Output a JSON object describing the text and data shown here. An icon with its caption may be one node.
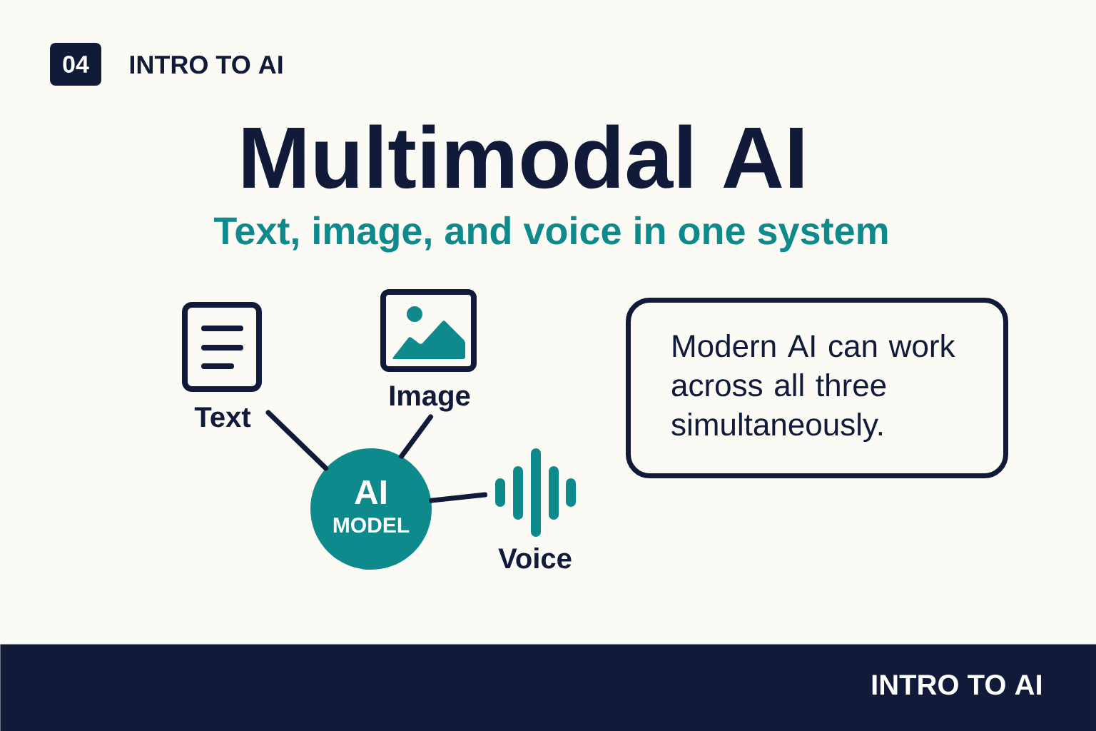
{
  "diagram": {
    "title": "Multimodal AI",
    "nodes": [
      {
        "text": [
          "04"
        ]
      },
      {
        "text": [
          "Text"
        ]
      },
      {
        "text": [
          "Image"
        ]
      },
      {
        "text": [
          "AI",
          "MODEL"
        ]
      },
      {
        "text": [
          "Voice"
        ]
      },
      {
        "text": [
          "Modern AI can work across all three simultaneously."
        ]
      },
      {
        "text": [
          "INTRO TO AI"
        ]
      }
    ],
    "edges": [
      {
        "from": 1,
        "to": 3,
        "arrow": "none"
      },
      {
        "from": 2,
        "to": 3,
        "arrow": "none"
      },
      {
        "from": 3,
        "to": 4,
        "arrow": "none"
      }
    ],
    "labels": [
      "INTRO TO AI",
      "Text, image, and voice in one system"
    ]
  }
}
